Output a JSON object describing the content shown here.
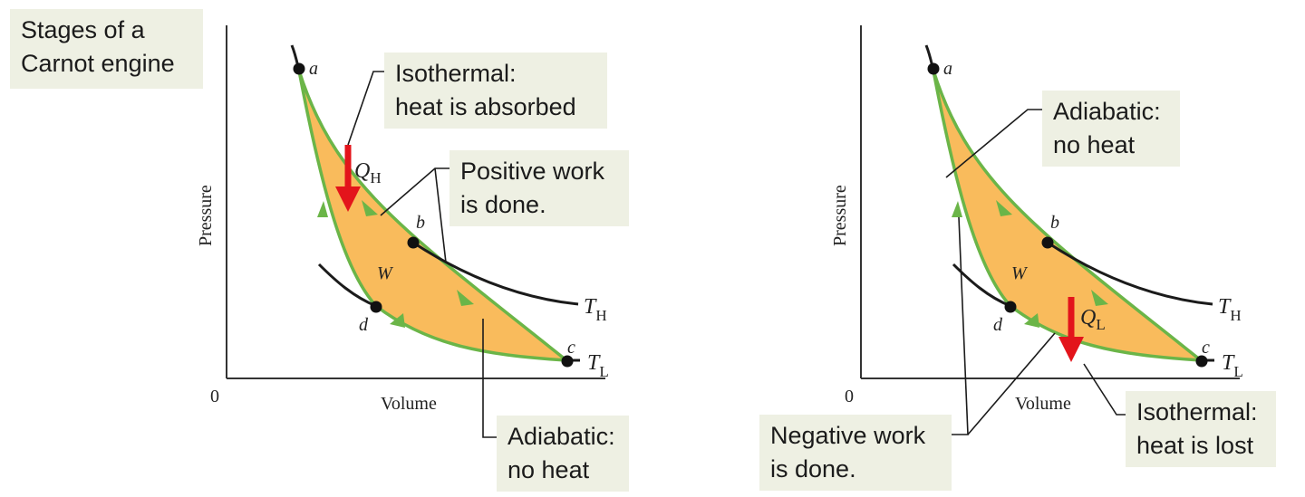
{
  "title_box": "Stages of a\nCarnot engine",
  "colors": {
    "fill": "#f9bb5c",
    "cycle_stroke": "#6bb548",
    "arrow": "#e3141b",
    "callout_bg": "#eef0e3"
  },
  "left_diagram": {
    "ylabel": "Pressure",
    "xlabel": "Volume",
    "origin": "0",
    "points": {
      "a": "a",
      "b": "b",
      "c": "c",
      "d": "d"
    },
    "work": "W",
    "heat_symbol": "Q",
    "heat_sub": "H",
    "isotherm_hot": {
      "symbol": "T",
      "sub": "H"
    },
    "isotherm_cold": {
      "symbol": "T",
      "sub": "L"
    },
    "callouts": {
      "isothermal": "Isothermal:\nheat is absorbed",
      "work": "Positive work\nis done.",
      "adiabatic": "Adiabatic:\nno heat"
    }
  },
  "right_diagram": {
    "ylabel": "Pressure",
    "xlabel": "Volume",
    "origin": "0",
    "points": {
      "a": "a",
      "b": "b",
      "c": "c",
      "d": "d"
    },
    "work": "W",
    "heat_symbol": "Q",
    "heat_sub": "L",
    "isotherm_hot": {
      "symbol": "T",
      "sub": "H"
    },
    "isotherm_cold": {
      "symbol": "T",
      "sub": "L"
    },
    "callouts": {
      "adiabatic": "Adiabatic:\nno heat",
      "work": "Negative work\nis done.",
      "isothermal": "Isothermal:\nheat is lost"
    }
  }
}
